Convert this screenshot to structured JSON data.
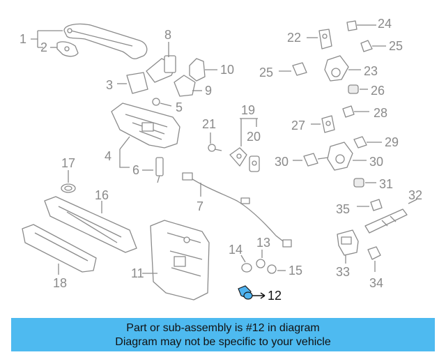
{
  "diagram": {
    "callouts": [
      "1",
      "2",
      "3",
      "4",
      "5",
      "6",
      "7",
      "8",
      "9",
      "10",
      "11",
      "12",
      "13",
      "14",
      "15",
      "16",
      "17",
      "18",
      "19",
      "20",
      "21",
      "22",
      "23",
      "24",
      "25",
      "25",
      "26",
      "27",
      "28",
      "29",
      "30",
      "30",
      "31",
      "32",
      "33",
      "34",
      "35"
    ],
    "highlighted_callout": "12",
    "highlight_color": "#4fb3f0"
  },
  "banner": {
    "line1": "Part or sub-assembly is #12 in diagram",
    "line2": "Diagram may not be specific to your vehicle",
    "background": "#4ebaf0"
  }
}
